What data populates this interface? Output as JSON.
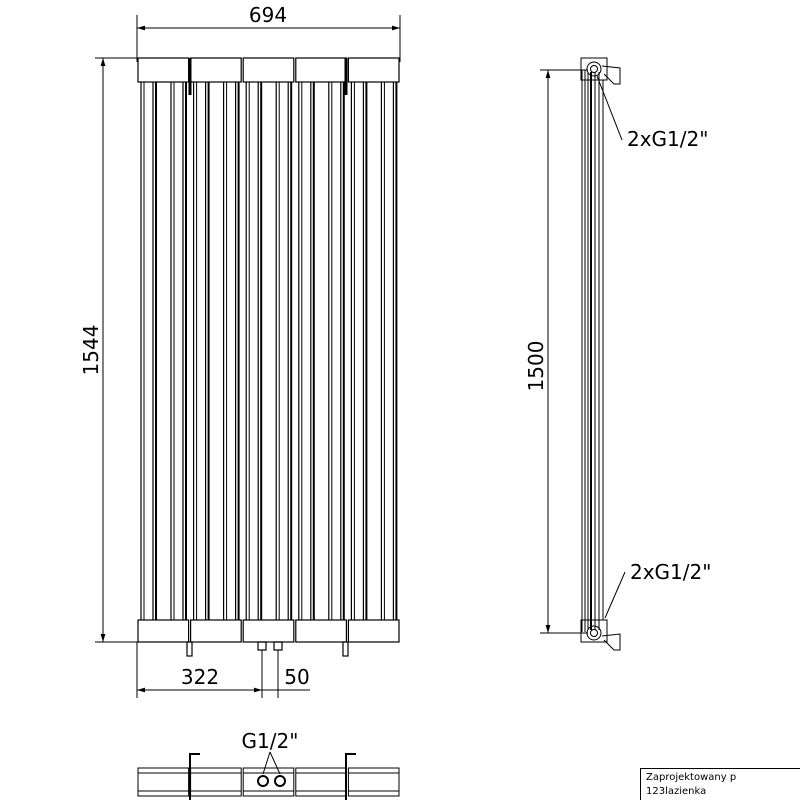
{
  "front_view": {
    "width_label": "694",
    "height_label": "1544",
    "offset_label": "322",
    "spacing_label": "50",
    "sections": 5
  },
  "side_view": {
    "height_label": "1500",
    "top_connection_label": "2xG1/2\"",
    "bottom_connection_label": "2xG1/2\""
  },
  "bottom_view": {
    "connection_label": "G1/2\""
  },
  "title_block": {
    "line1": "Zaprojektowany p",
    "line2": "123lazienka"
  }
}
